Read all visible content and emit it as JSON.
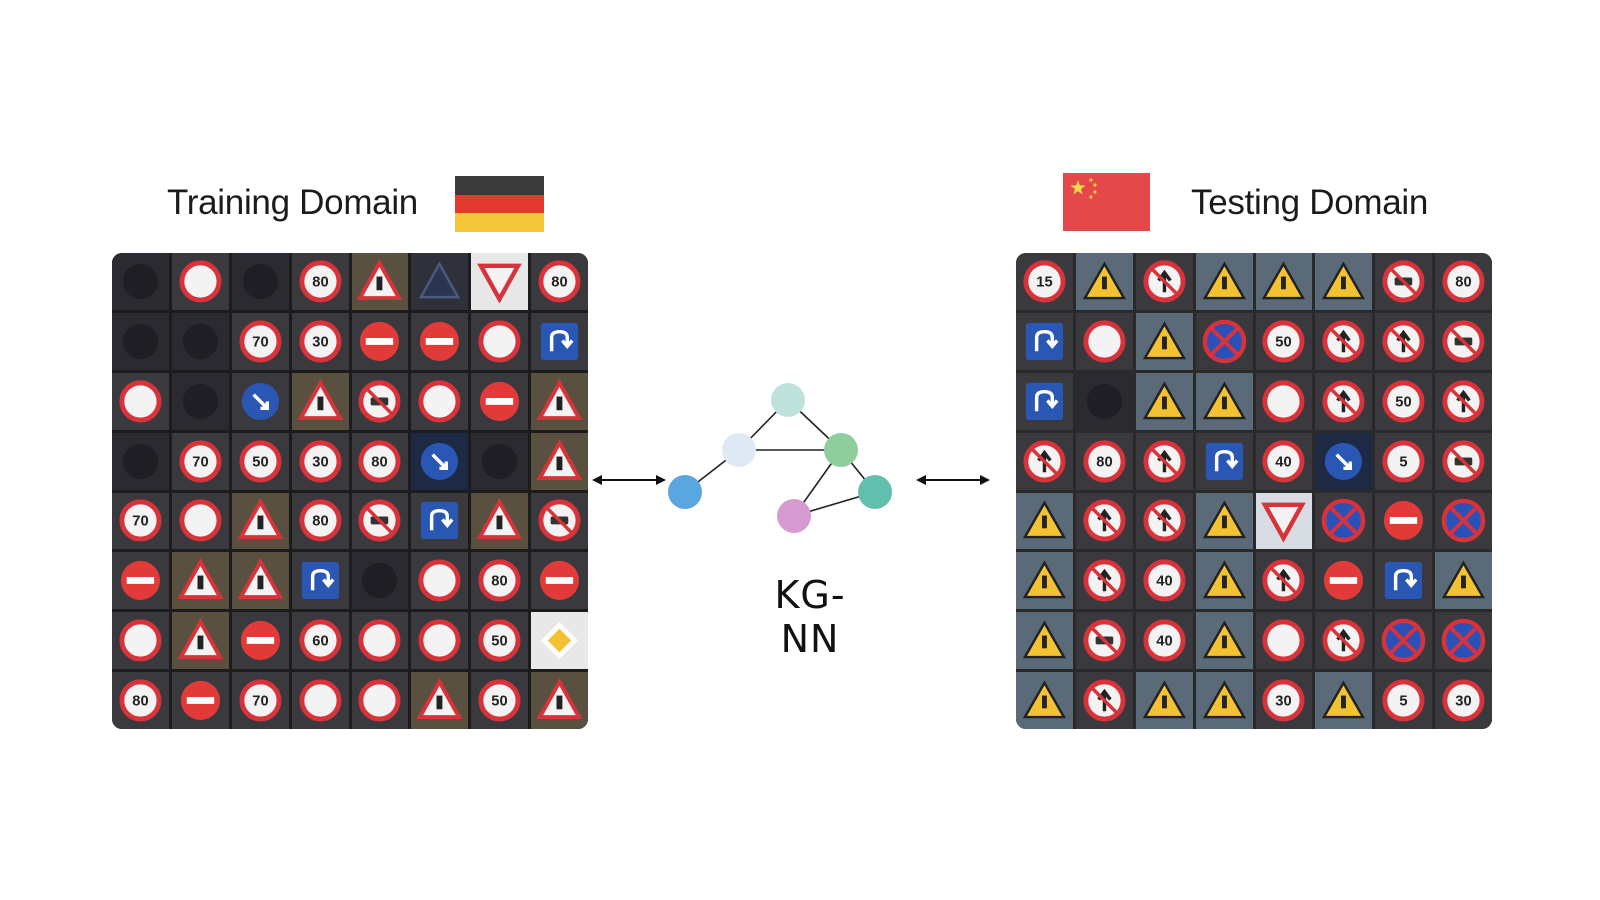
{
  "training": {
    "title": "Training Domain",
    "flag": {
      "name": "germany-flag",
      "colors": [
        "#3b3b3b",
        "#e23a2e",
        "#f2c53a"
      ]
    },
    "cells": [
      "dark",
      "speed-red",
      "dark",
      "speed-80",
      "warn-red",
      "warn-dark",
      "yield",
      "speed-80",
      "dark",
      "dark",
      "speed-70",
      "speed-30",
      "noentry",
      "noentry",
      "speed-red",
      "blue-turn",
      "speed-red",
      "dark",
      "blue-keep",
      "warn-red",
      "notruck",
      "speed-red",
      "noentry",
      "warn-red",
      "dark",
      "speed-70",
      "speed-50",
      "speed-30",
      "speed-80",
      "blue-dark",
      "dark",
      "warn-red",
      "speed-70",
      "speed-red",
      "warn-red",
      "speed-80",
      "notruck",
      "blue-arrow",
      "warn-red",
      "notruck",
      "noentry",
      "warn-red",
      "warn-red",
      "blue-arrow",
      "dark",
      "speed-red",
      "speed-80",
      "noentry",
      "speed-red",
      "warn-red",
      "noentry",
      "speed-60",
      "speed-red",
      "speed-red",
      "speed-50",
      "priority",
      "speed-80",
      "noentry",
      "speed-70",
      "speed-red",
      "speed-red",
      "warn-red",
      "speed-50",
      "warn-red"
    ],
    "labels": {
      "speed-80": "80",
      "speed-70": "70",
      "speed-30": "30",
      "speed-50": "50",
      "speed-60": "60"
    }
  },
  "testing": {
    "title": "Testing Domain",
    "flag": {
      "name": "china-flag",
      "colors": [
        "#e5484a",
        "#f7d84a"
      ]
    },
    "cells": [
      "speed-15",
      "warn-yellow",
      "noturn",
      "warn-yellow",
      "warn-yellow",
      "warn-yellow",
      "nocar",
      "speed-80",
      "blue-round",
      "speed-red",
      "warn-yellow",
      "noparking",
      "speed-50",
      "no-uturn",
      "no-left",
      "nocar",
      "blue-arrow",
      "dark",
      "warn-yellow",
      "warn-yellow",
      "speed-red",
      "noturn",
      "speed-50",
      "noturn",
      "no-left",
      "speed-80",
      "no-right",
      "blue-uturn",
      "speed-40",
      "blue-dark",
      "speed-5",
      "nocar",
      "warn-yellow",
      "no-left",
      "no-right",
      "warn-yellow",
      "yield-white",
      "noparking",
      "noentry",
      "noparking",
      "warn-yellow",
      "no-left",
      "speed-40",
      "warn-yellow",
      "no-right",
      "noentry",
      "blue-uturn",
      "warn-yellow",
      "warn-yellow",
      "nocar",
      "speed-40",
      "warn-yellow",
      "speed-red",
      "no-left",
      "noparking",
      "noparking",
      "warn-yellow",
      "no-left",
      "warn-yellow",
      "warn-yellow",
      "speed-30",
      "warn-yellow",
      "speed-5",
      "speed-30"
    ],
    "labels": {
      "speed-15": "15",
      "speed-80": "80",
      "speed-50": "50",
      "speed-40": "40",
      "speed-5": "5",
      "speed-30": "30"
    }
  },
  "center": {
    "label": "KG-NN",
    "node_colors": [
      "#bfe3dc",
      "#dfe9f6",
      "#8fcd9c",
      "#5aa6e0",
      "#62bfae",
      "#d59bd0"
    ],
    "edge_color": "#222222"
  }
}
